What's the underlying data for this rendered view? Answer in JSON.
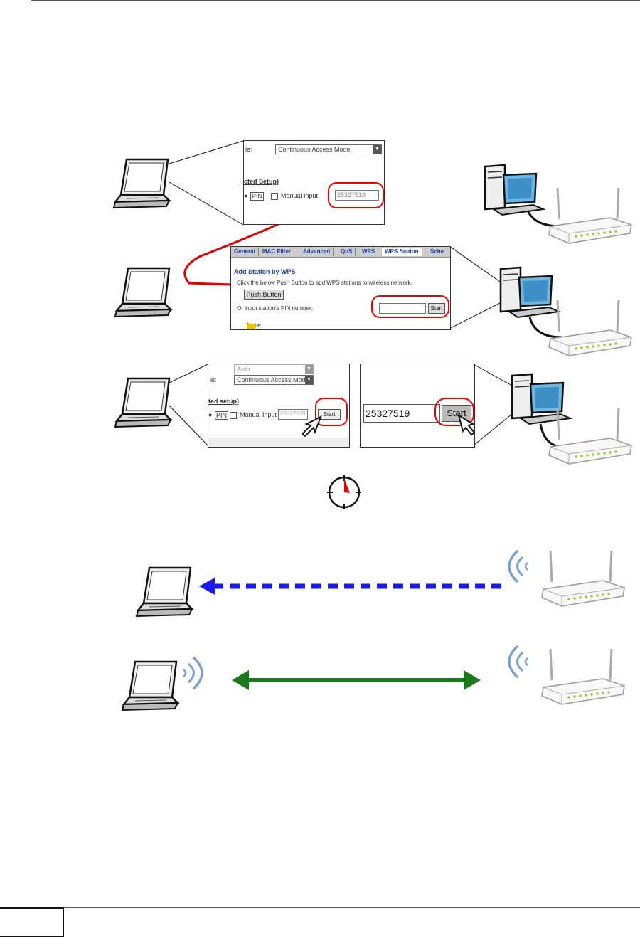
{
  "panels": {
    "step1": {
      "mode_label": "le:",
      "mode_value": "Continuous Access Mode",
      "setup_label": "cted Setup)",
      "pin_label": "PIN",
      "manual_label": "Manual Input",
      "pin_value": "25327519"
    },
    "step2": {
      "tabs": [
        "General",
        "MAC Filter",
        "Advanced",
        "QoS",
        "WPS",
        "WPS Station",
        "Sche"
      ],
      "active_tab": "WPS Station",
      "heading": "Add Station by WPS",
      "line1": "Click the below Push Button to add WPS stations to wireless network.",
      "push_button": "Push Button",
      "line2": "Or input station's PIN number:",
      "start_label": "Start",
      "note_label": "Note:"
    },
    "step3a": {
      "band_value": "Auto",
      "mode_label": "le:",
      "mode_value": "Continuous Access Mode",
      "setup_label": "ted setup)",
      "pin_label": "PIN",
      "manual_label": "Manual Input",
      "pin_value": "25327519",
      "start_label": "Start"
    },
    "step3b": {
      "pin_value": "25327519",
      "start_label": "Start"
    }
  },
  "colors": {
    "highlight": "#e00000",
    "cable": "#e00000",
    "arrow_scan": "#1a1aee",
    "arrow_link": "#1a7a1a"
  },
  "icons": [
    "laptop-icon",
    "desktop-computer-icon",
    "wireless-router-icon",
    "timer-icon",
    "mouse-pointer-icon",
    "wifi-signal-icon"
  ]
}
